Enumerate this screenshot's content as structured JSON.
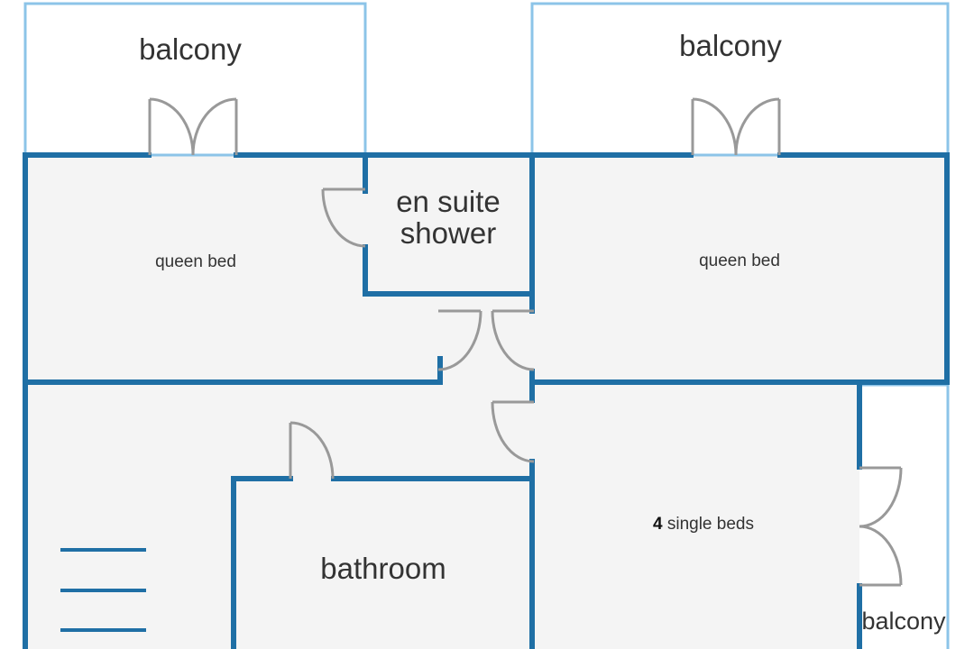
{
  "floorplan": {
    "colors": {
      "wall": "#1f6fa5",
      "balcony_outline": "#8cc4e8",
      "floor": "#f4f4f4",
      "door": "#999999",
      "text": "#333333"
    },
    "rooms": {
      "balcony_left": "balcony",
      "balcony_right": "balcony",
      "balcony_small": "balcony",
      "bedroom_left": "queen bed",
      "ensuite": {
        "line1": "en suite",
        "line2": "shower"
      },
      "bedroom_right": "queen bed",
      "bathroom": "bathroom",
      "bedroom_singles": {
        "count": "4",
        "rest": " single beds"
      }
    },
    "icons": [
      "double-door-icon",
      "swing-door-icon",
      "stairs-icon"
    ]
  }
}
